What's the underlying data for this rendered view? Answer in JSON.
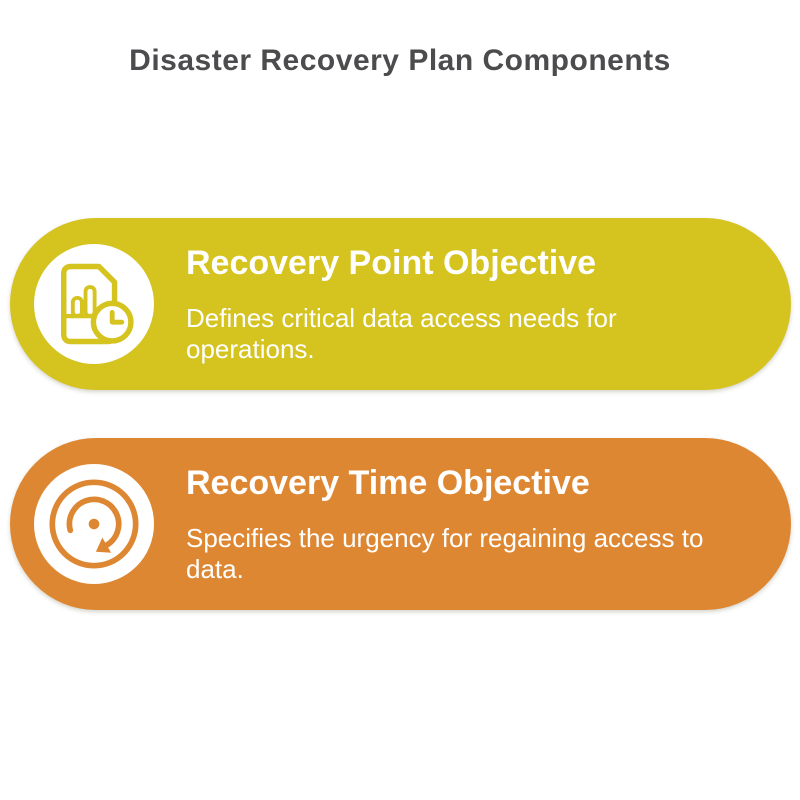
{
  "page": {
    "title": "Disaster Recovery Plan Components",
    "background_color": "#ffffff",
    "title_color": "#4c4c4e"
  },
  "cards": [
    {
      "title": "Recovery Point Objective",
      "description_lines": [
        "Defines critical data access needs for",
        "operations."
      ],
      "color": "#d5c31f",
      "text_color": "#ffffff",
      "icon": "document-chart-clock-icon",
      "icon_background": "#ffffff"
    },
    {
      "title": "Recovery Time Objective",
      "description_lines": [
        "Specifies the urgency for regaining access to",
        "data."
      ],
      "color": "#de8733",
      "text_color": "#ffffff",
      "icon": "restore-arrow-icon",
      "icon_background": "#ffffff"
    }
  ]
}
